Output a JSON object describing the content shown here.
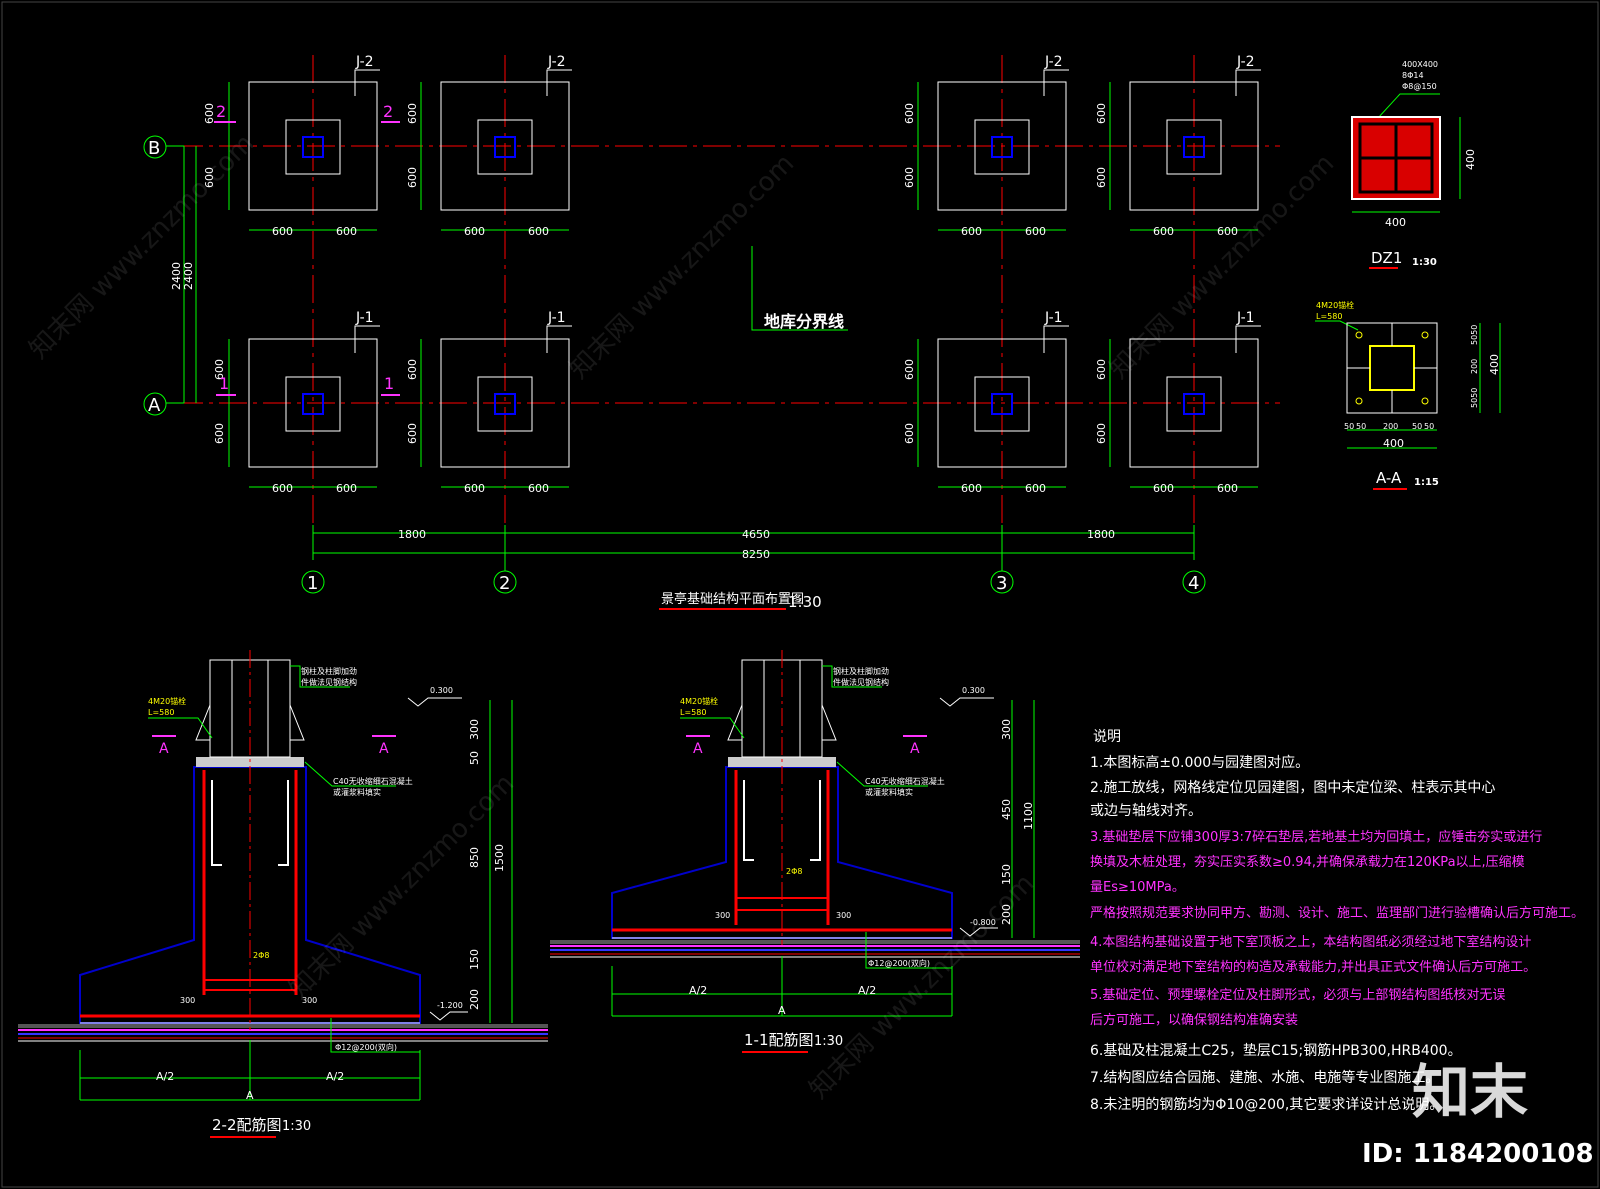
{
  "plan": {
    "footing_tags_top": [
      "J-2",
      "J-2",
      "J-2",
      "J-2"
    ],
    "footing_tags_bottom": [
      "J-1",
      "J-1",
      "J-1",
      "J-1"
    ],
    "footing_dim": "600",
    "row_axes": [
      "B",
      "A"
    ],
    "col_axes": [
      "1",
      "2",
      "3",
      "4"
    ],
    "row_spacing": "2400",
    "spans": [
      "1800",
      "4650",
      "1800"
    ],
    "total_span": "8250",
    "boundary_label": "地库分界线",
    "section_mark_2": "2",
    "section_mark_1": "1",
    "title": "景亭基础结构平面布置图",
    "scale": "1:30"
  },
  "dz1": {
    "spec_line1": "400X400",
    "spec_line2": "8Φ14",
    "spec_line3": "Φ8@150",
    "width": "400",
    "height": "400",
    "title": "DZ1",
    "scale": "1:30"
  },
  "aa": {
    "bolt_note_line1": "4M20锚栓",
    "bolt_note_line2": "L=580",
    "dims_h": [
      "50",
      "50",
      "200",
      "50",
      "50"
    ],
    "dims_v": [
      "5050",
      "200",
      "5050"
    ],
    "total": "400",
    "title": "A-A",
    "scale": "1:15"
  },
  "sec22": {
    "bolt_note_line1": "4M20锚栓",
    "bolt_note_line2": "L=580",
    "elev_top": "0.300",
    "elev_bottom": "-1.200",
    "cut_mark": "A",
    "note_stiffener_1": "钢柱及柱脚加劲",
    "note_stiffener_2": "件做法见钢结构",
    "note_grout_1": "C40无收缩细石混凝土",
    "note_grout_2": "或灌浆料填实",
    "dims_v": [
      "300",
      "50",
      "850",
      "150",
      "200"
    ],
    "total_v": "1500",
    "rebar_mid": "2Φ8",
    "dim_left": "300",
    "dim_right": "300",
    "bottom_rebar": "Φ12@200(双向)",
    "half_a": "A/2",
    "full_a": "A",
    "title": "2-2配筋图",
    "scale": "1:30"
  },
  "sec11": {
    "bolt_note_line1": "4M20锚栓",
    "bolt_note_line2": "L=580",
    "elev_top": "0.300",
    "elev_bottom": "-0.800",
    "cut_mark": "A",
    "note_stiffener_1": "钢柱及柱脚加劲",
    "note_stiffener_2": "件做法见钢结构",
    "note_grout_1": "C40无收缩细石混凝土",
    "note_grout_2": "或灌浆料填实",
    "dims_v": [
      "300",
      "450",
      "150",
      "200"
    ],
    "total_v": "1100",
    "rebar_mid": "2Φ8",
    "dim_left": "300",
    "dim_right": "300",
    "bottom_rebar": "Φ12@200(双向)",
    "half_a": "A/2",
    "full_a": "A",
    "title": "1-1配筋图",
    "scale": "1:30"
  },
  "notes": {
    "heading": "说明",
    "lines": [
      "1.本图标高±0.000与园建图对应。",
      "2.施工放线，网格线定位见园建图，图中未定位梁、柱表示其中心",
      "   或边与轴线对齐。",
      "3.基础垫层下应铺300厚3:7碎石垫层,若地基土均为回填土，应锤击夯实或进行",
      "   换填及木桩处理，夯实压实系数≥0.94,并确保承载力在120KPa以上,压缩模",
      "   量Es≥10MPa。",
      "   严格按照规范要求协同甲方、勘测、设计、施工、监理部门进行验槽确认后方可施工。",
      "4.本图结构基础设置于地下室顶板之上，本结构图纸必须经过地下室结构设计",
      "   单位校对满足地下室结构的构造及承载能力,并出具正式文件确认后方可施工。",
      "5.基础定位、预埋螺栓定位及柱脚形式，必须与上部钢结构图纸核对无误",
      "   后方可施工，以确保钢结构准确安装",
      "6.基础及柱混凝土C25，垫层C15;钢筋HPB300,HRB400。",
      "7.结构图应结合园施、建施、水施、电施等专业图施工。",
      "8.未注明的钢筋均为Φ10@200,其它要求详设计总说明。"
    ]
  },
  "watermark": {
    "logo": "知末",
    "site": "知末网 www.znzmo.com",
    "id_label": "ID: 1184200108"
  },
  "colors": {
    "background": "#000000",
    "dimension": "#00ff00",
    "axis_line": "#ff0000",
    "outline": "#ffffff",
    "column": "#0000ff",
    "rebar": "#ff0000",
    "magenta": "#ff33ff",
    "yellow": "#ffff00",
    "concrete": "#0000cc"
  }
}
